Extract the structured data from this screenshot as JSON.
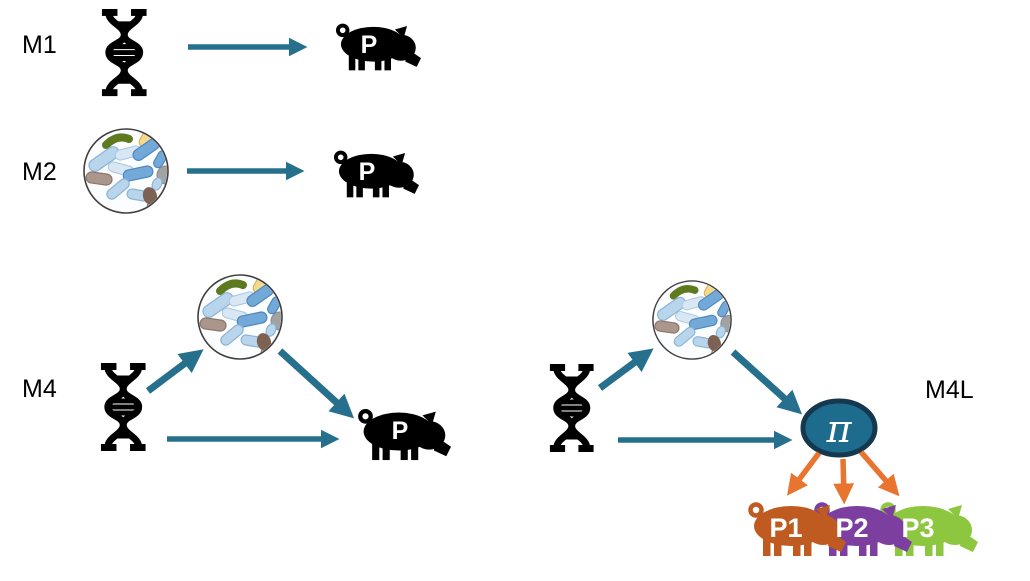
{
  "models": {
    "m1": {
      "label": "M1",
      "phenotype_label": "P",
      "edges": [
        "genotype → phenotype"
      ]
    },
    "m2": {
      "label": "M2",
      "phenotype_label": "P",
      "edges": [
        "microbiome → phenotype"
      ]
    },
    "m4": {
      "label": "M4",
      "phenotype_label": "P",
      "edges": [
        "genotype → microbiome",
        "genotype → phenotype",
        "microbiome → phenotype"
      ]
    },
    "m4l": {
      "label": "M4L",
      "pi_label": "π",
      "phenotype_labels": {
        "p1": "P1",
        "p2": "P2",
        "p3": "P3"
      },
      "edges": [
        "genotype → microbiome",
        "genotype → π",
        "microbiome → π",
        "π → P1",
        "π → P2",
        "π → P3"
      ]
    }
  },
  "icons": {
    "dna": "dna-double-helix-icon",
    "microbiome": "microbiome-bacteria-dish-icon",
    "pig": "pig-icon",
    "pi_node": "pi-latent-node-icon"
  },
  "colors": {
    "background": "#ffffff",
    "label_text": "#000000",
    "icon_black": "#000000",
    "arrow_teal": "#26708e",
    "arrow_orange": "#e8742f",
    "pi_fill": "#1d6b8d",
    "pi_border": "#16384f",
    "pig_p1": "#bf5b21",
    "pig_p2": "#7c3fa0",
    "pig_p3": "#8dc63f",
    "pig_label": "#ffffff"
  }
}
